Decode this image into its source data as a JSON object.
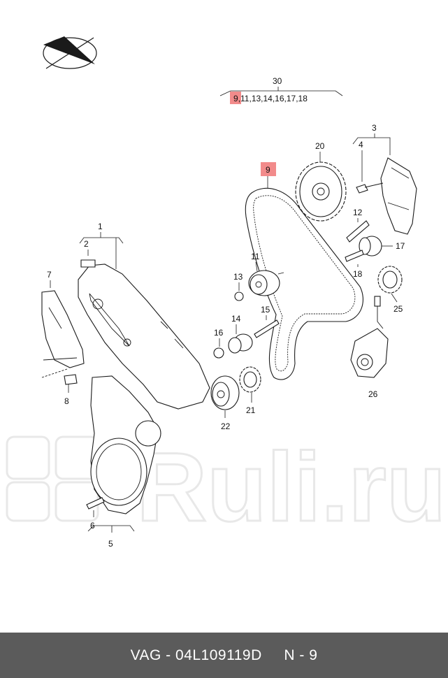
{
  "labels": {
    "p1": "1",
    "p2": "2",
    "p3": "3",
    "p4": "4",
    "p5": "5",
    "p6": "6",
    "p7": "7",
    "p8": "8",
    "p9": "9",
    "p11": "11",
    "p12": "12",
    "p13": "13",
    "p14": "14",
    "p15": "15",
    "p16": "16",
    "p17": "17",
    "p18": "18",
    "p20": "20",
    "p21": "21",
    "p22": "22",
    "p25": "25",
    "p26": "26",
    "p30": "30"
  },
  "kit_list": {
    "highlighted": "9",
    "rest": ",11,13,14,16,17,18"
  },
  "highlight_color": "#f28b8b",
  "watermark": "Ruli.ru",
  "footer": {
    "part_number": "VAG - 04L109119D",
    "position": "N - 9"
  }
}
